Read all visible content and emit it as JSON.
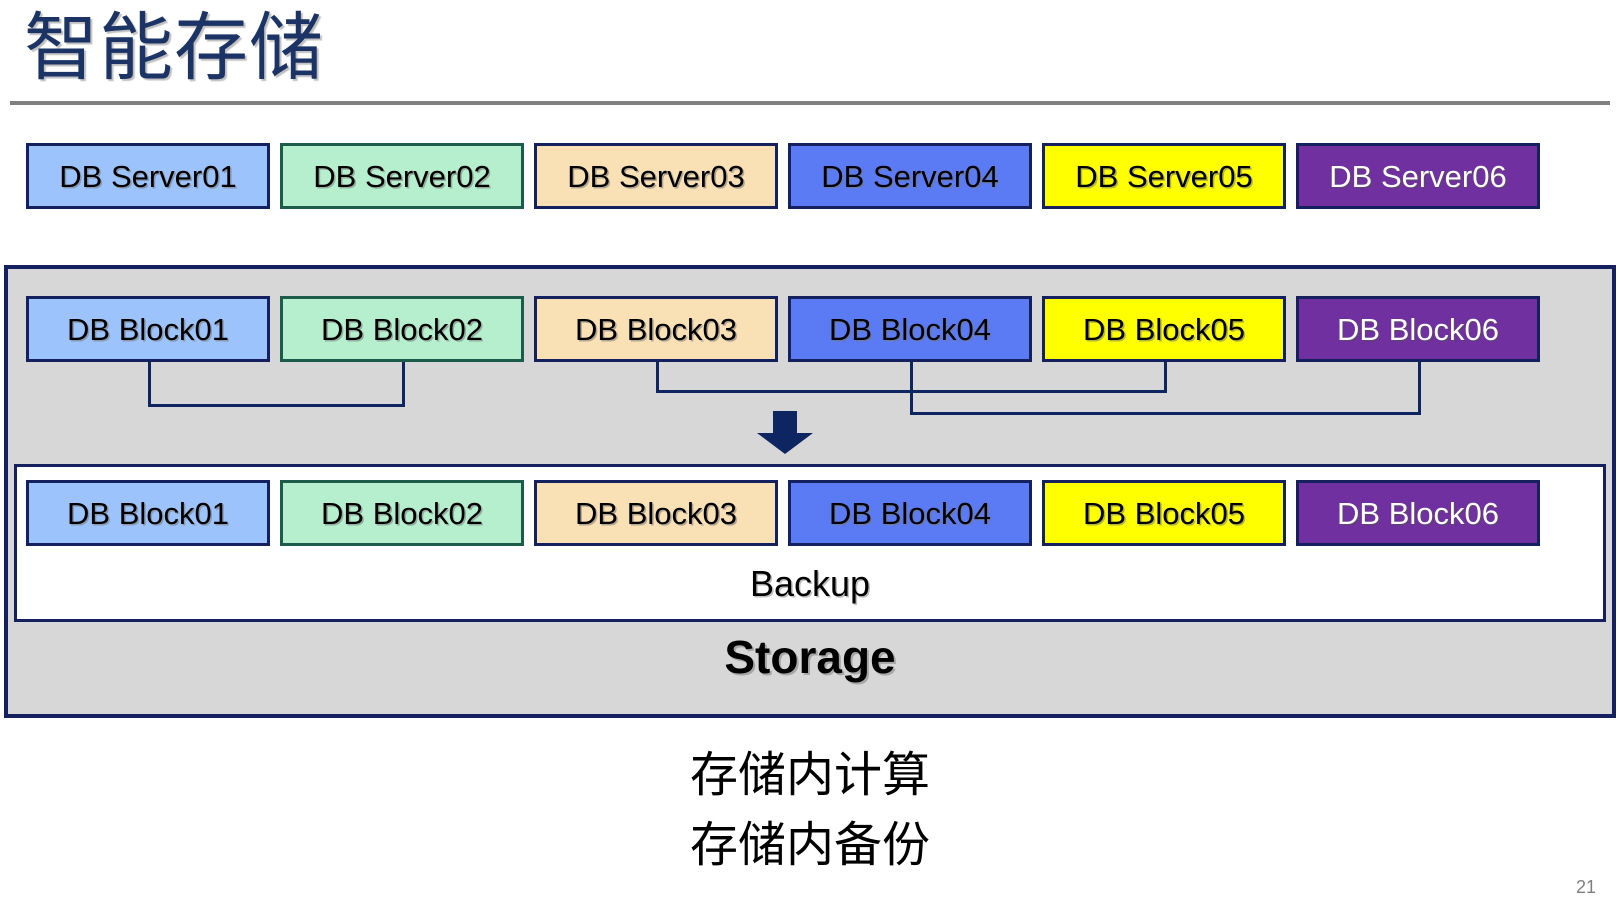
{
  "slide": {
    "title": "智能存储",
    "page_number": "21"
  },
  "servers": {
    "label": "DB Server row",
    "items": [
      {
        "label": "DB Server01",
        "fill": "#9CC3FB",
        "border": "#14215e",
        "text": "#000000"
      },
      {
        "label": "DB Server02",
        "fill": "#B5EFCE",
        "border": "#1d5c4a",
        "text": "#000000"
      },
      {
        "label": "DB Server03",
        "fill": "#FAE0B5",
        "border": "#14215e",
        "text": "#000000"
      },
      {
        "label": "DB Server04",
        "fill": "#5B7BF5",
        "border": "#14215e",
        "text": "#000000"
      },
      {
        "label": "DB Server05",
        "fill": "#FFFF00",
        "border": "#14215e",
        "text": "#000000"
      },
      {
        "label": "DB Server06",
        "fill": "#7030A0",
        "border": "#14215e",
        "text": "#FFFFFF"
      }
    ]
  },
  "blocks": {
    "label": "DB Block row",
    "items": [
      {
        "label": "DB Block01",
        "fill": "#9CC3FB",
        "border": "#14215e",
        "text": "#000000"
      },
      {
        "label": "DB Block02",
        "fill": "#B5EFCE",
        "border": "#1d5c4a",
        "text": "#000000"
      },
      {
        "label": "DB Block03",
        "fill": "#FAE0B5",
        "border": "#14215e",
        "text": "#000000"
      },
      {
        "label": "DB Block04",
        "fill": "#5B7BF5",
        "border": "#14215e",
        "text": "#000000"
      },
      {
        "label": "DB Block05",
        "fill": "#FFFF00",
        "border": "#14215e",
        "text": "#000000"
      },
      {
        "label": "DB Block06",
        "fill": "#7030A0",
        "border": "#14215e",
        "text": "#FFFFFF"
      }
    ]
  },
  "backup_blocks": {
    "label": "Backup DB Block row",
    "items": [
      {
        "label": "DB Block01",
        "fill": "#9CC3FB",
        "border": "#14215e",
        "text": "#000000"
      },
      {
        "label": "DB Block02",
        "fill": "#B5EFCE",
        "border": "#1d5c4a",
        "text": "#000000"
      },
      {
        "label": "DB Block03",
        "fill": "#FAE0B5",
        "border": "#14215e",
        "text": "#000000"
      },
      {
        "label": "DB Block04",
        "fill": "#5B7BF5",
        "border": "#14215e",
        "text": "#000000"
      },
      {
        "label": "DB Block05",
        "fill": "#FFFF00",
        "border": "#14215e",
        "text": "#000000"
      },
      {
        "label": "DB Block06",
        "fill": "#7030A0",
        "border": "#14215e",
        "text": "#FFFFFF"
      }
    ]
  },
  "storage": {
    "backup_label": "Backup",
    "storage_label": "Storage",
    "panel_fill": "#d7d7d7",
    "panel_border": "#14215e",
    "backup_box_fill": "#ffffff"
  },
  "connectors": {
    "color": "#0d2560",
    "arrow_icon": "down-arrow-icon",
    "groups": [
      {
        "from": "DB Block01",
        "to": "DB Block02"
      },
      {
        "from": "DB Block03",
        "to": "DB Block05"
      },
      {
        "from": "DB Block04",
        "to": "DB Block06"
      }
    ]
  },
  "captions": {
    "line1": "存储内计算",
    "line2": "存储内备份"
  },
  "geometry": {
    "chip_lefts": [
      26,
      280,
      534,
      788,
      1042,
      1296
    ],
    "chip_width": 244,
    "connector_x": [
      148,
      402,
      656,
      910,
      1164,
      1418
    ]
  }
}
